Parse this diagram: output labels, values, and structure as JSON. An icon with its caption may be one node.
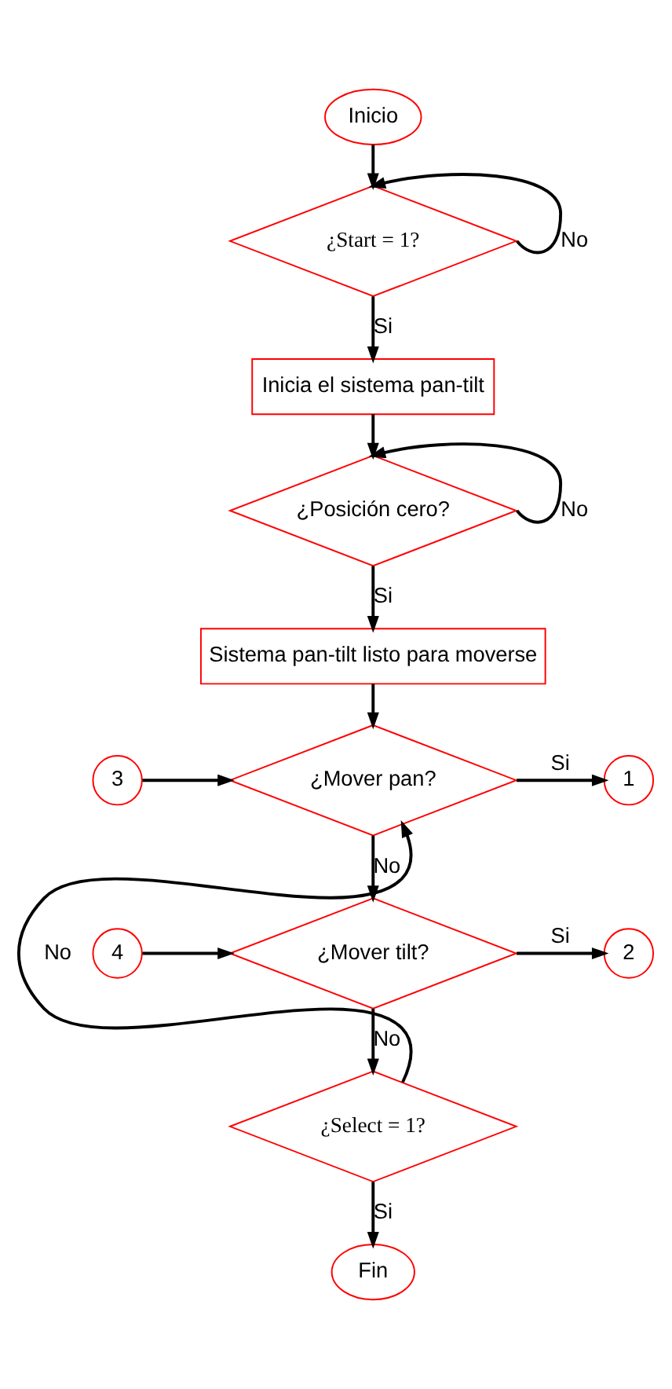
{
  "diagram": {
    "nodes": [
      {
        "text": [
          "Inicio"
        ]
      },
      {
        "text": [
          "¿Start = 1?"
        ]
      },
      {
        "text": [
          "Inicia el sistema pan-tilt"
        ]
      },
      {
        "text": [
          "¿Posición cero?"
        ]
      },
      {
        "text": [
          "Sistema pan-tilt listo para moverse"
        ]
      },
      {
        "text": [
          "3"
        ]
      },
      {
        "text": [
          "¿Mover pan?"
        ]
      },
      {
        "text": [
          "1"
        ]
      },
      {
        "text": [
          "4"
        ]
      },
      {
        "text": [
          "¿Mover tilt?"
        ]
      },
      {
        "text": [
          "2"
        ]
      },
      {
        "text": [
          "¿Select = 1?"
        ]
      },
      {
        "text": [
          "Fin"
        ]
      }
    ],
    "edges": [
      {
        "from": 0,
        "to": 1,
        "arrow": "to"
      },
      {
        "from": 1,
        "to": 1,
        "arrow": "to",
        "label": "No"
      },
      {
        "from": 1,
        "to": 2,
        "arrow": "to",
        "label": "Si"
      },
      {
        "from": 2,
        "to": 3,
        "arrow": "to"
      },
      {
        "from": 3,
        "to": 3,
        "arrow": "to",
        "label": "No"
      },
      {
        "from": 3,
        "to": 4,
        "arrow": "to",
        "label": "Si"
      },
      {
        "from": 4,
        "to": 6,
        "arrow": "to"
      },
      {
        "from": 5,
        "to": 6,
        "arrow": "to"
      },
      {
        "from": 11,
        "to": 6,
        "arrow": "to",
        "label": "No"
      },
      {
        "from": 6,
        "to": 7,
        "arrow": "to",
        "label": "Si"
      },
      {
        "from": 6,
        "to": 9,
        "arrow": "to",
        "label": "No"
      },
      {
        "from": 8,
        "to": 9,
        "arrow": "to"
      },
      {
        "from": 9,
        "to": 10,
        "arrow": "to",
        "label": "Si"
      },
      {
        "from": 9,
        "to": 11,
        "arrow": "to",
        "label": "No"
      },
      {
        "from": 11,
        "to": 12,
        "arrow": "to",
        "label": "Si"
      }
    ]
  }
}
